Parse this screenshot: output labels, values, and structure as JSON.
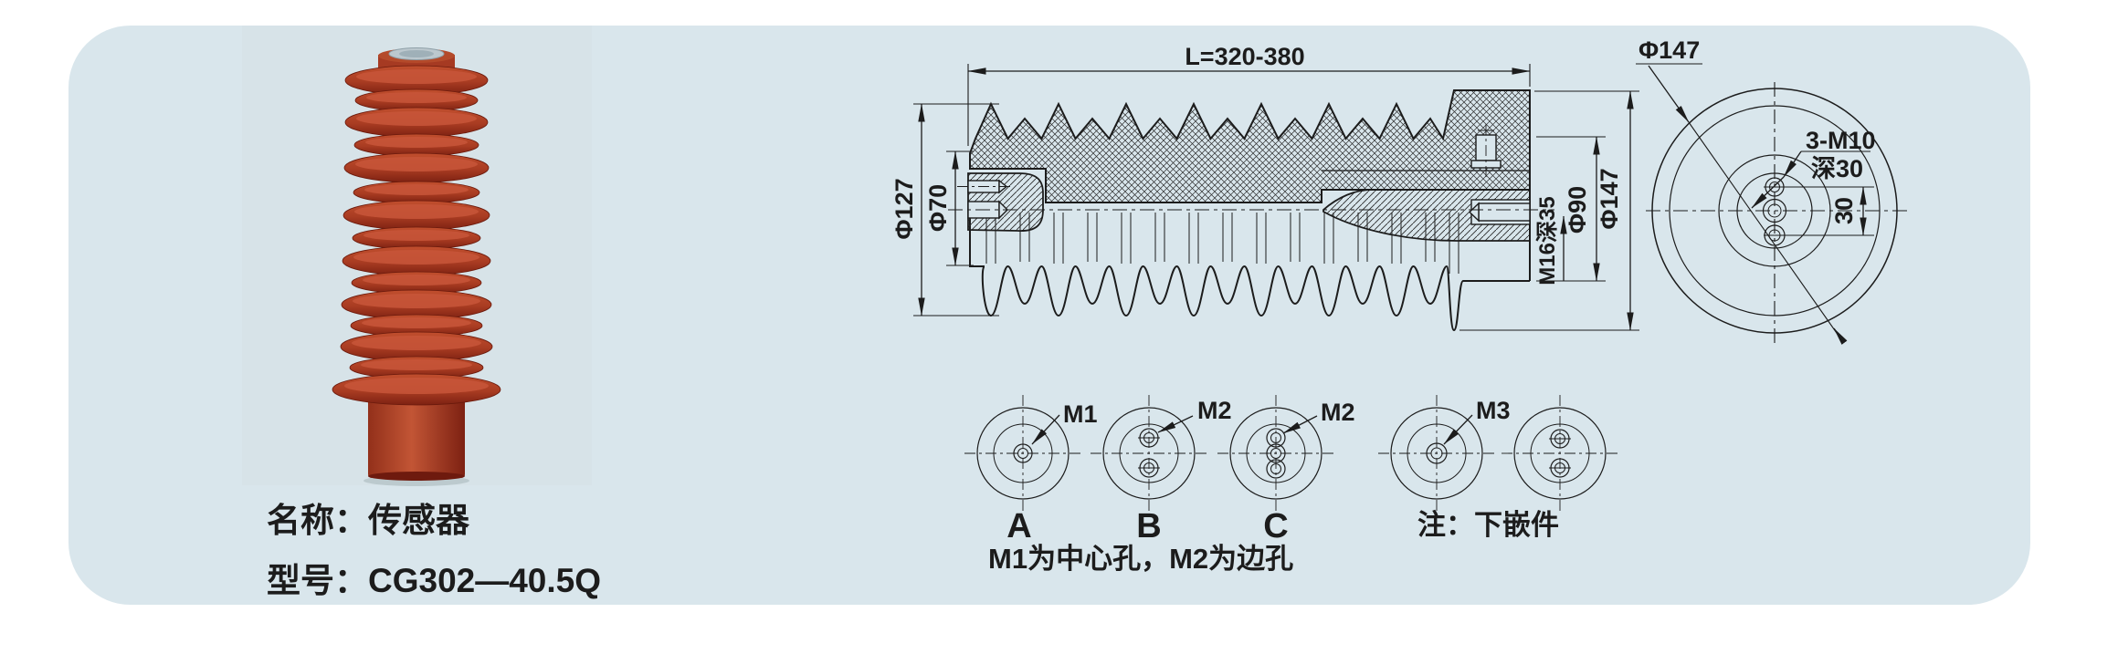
{
  "product": {
    "name_label": "名称：传感器",
    "model_label": "型号：CG302—40.5Q"
  },
  "side_view": {
    "length_dim": "L=320-380",
    "dia_127": "Φ127",
    "dia_70": "Φ70",
    "thread_dim": "M16深35",
    "dia_90": "Φ90",
    "dia_147": "Φ147"
  },
  "end_view": {
    "dia_147": "Φ147",
    "thread_count": "3-M10",
    "thread_depth": "深30",
    "pitch_dim": "30"
  },
  "bottom_views": {
    "variants": [
      {
        "letter": "A",
        "leader": "M1"
      },
      {
        "letter": "B",
        "leader": "M2"
      },
      {
        "letter": "C",
        "leader": "M2"
      },
      {
        "letter": "",
        "leader": "M3"
      },
      {
        "letter": "",
        "leader": ""
      }
    ],
    "hole_note": "M1为中心孔，M2为边孔",
    "insert_note": "注：下嵌件"
  },
  "colors": {
    "panel_bg": "#d9e6ec",
    "page_bg": "#ffffff",
    "line": "#1c1c1c",
    "insulator_red": "#a93c22",
    "insulator_highlight": "#c8563a",
    "insulator_dark": "#7d2112",
    "cap_silver": "#bcc8ce"
  }
}
